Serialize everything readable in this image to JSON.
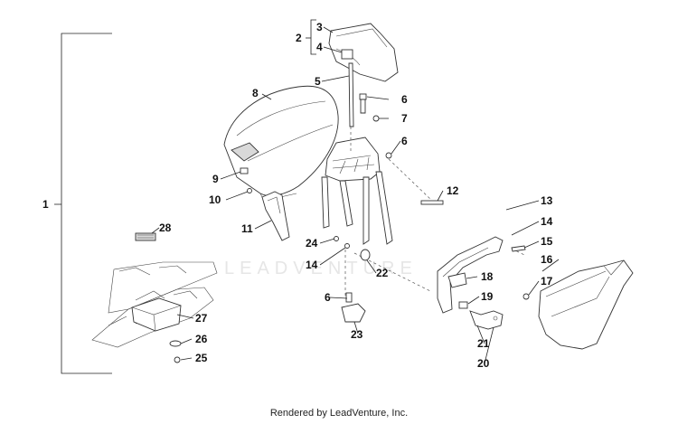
{
  "watermark": "LEADVENTURE",
  "footer": "Rendered by LeadVenture, Inc.",
  "callouts": {
    "c1": "1",
    "c2": "2",
    "c3": "3",
    "c4": "4",
    "c5": "5",
    "c6a": "6",
    "c6b": "6",
    "c6c": "6",
    "c7": "7",
    "c8": "8",
    "c9": "9",
    "c10": "10",
    "c11": "11",
    "c12": "12",
    "c13": "13",
    "c14a": "14",
    "c14b": "14",
    "c15": "15",
    "c16": "16",
    "c17": "17",
    "c18": "18",
    "c19": "19",
    "c20": "20",
    "c21": "21",
    "c22": "22",
    "c23": "23",
    "c24": "24",
    "c25": "25",
    "c26": "26",
    "c27": "27",
    "c28": "28"
  }
}
